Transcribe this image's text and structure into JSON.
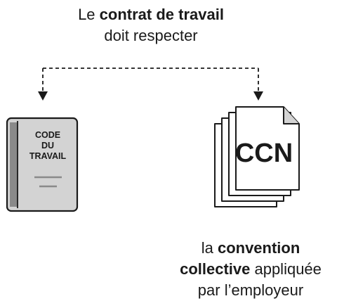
{
  "top_caption": {
    "prefix": "Le ",
    "bold": "contrat de travail",
    "line2": "doit respecter"
  },
  "book": {
    "lines": [
      "CODE",
      "DU",
      "TRAVAIL"
    ]
  },
  "document": {
    "label": "CCN"
  },
  "bottom_caption": {
    "prefix": "la ",
    "bold1": "convention",
    "bold2": "collective",
    "rest": " appliquée",
    "line3": "par l’employeur"
  },
  "colors": {
    "book_gray": "#d3d3d3",
    "book_spine": "#8a8a8a",
    "stroke": "#1a1a1a"
  }
}
